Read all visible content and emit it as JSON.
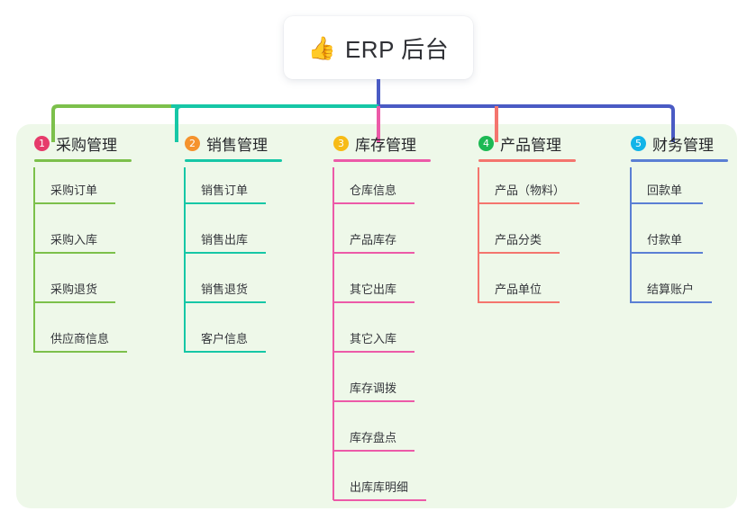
{
  "diagram": {
    "type": "org-tree",
    "root": {
      "emoji": "icon-thumbs-up",
      "emoji_glyph": "👍",
      "title": "ERP 后台"
    },
    "panel_color": "#eef8e9",
    "bus_colors": {
      "left": "#7cc04b",
      "mid": "#16c7a6",
      "right": "#4a5bc4"
    },
    "columns": [
      {
        "number": "1",
        "title": "采购管理",
        "badge_color": "#e8征",
        "badge_hex": "#e63b6b",
        "accent": "#7cc04b",
        "items": [
          "采购订单",
          "采购入库",
          "采购退货",
          "供应商信息"
        ]
      },
      {
        "number": "2",
        "title": "销售管理",
        "badge_hex": "#f5932e",
        "accent": "#16c7a6",
        "items": [
          "销售订单",
          "销售出库",
          "销售退货",
          "客户信息"
        ]
      },
      {
        "number": "3",
        "title": "库存管理",
        "badge_hex": "#f7bb16",
        "accent": "#ec5aa8",
        "items": [
          "仓库信息",
          "产品库存",
          "其它出库",
          "其它入库",
          "库存调拨",
          "库存盘点",
          "出库库明细"
        ]
      },
      {
        "number": "4",
        "title": "产品管理",
        "badge_hex": "#1db954",
        "accent": "#f4756e",
        "items": [
          "产品（物料）",
          "产品分类",
          "产品单位"
        ]
      },
      {
        "number": "5",
        "title": "财务管理",
        "badge_hex": "#12b4e8",
        "accent": "#5b7fd4",
        "items": [
          "回款单",
          "付款单",
          "结算账户"
        ]
      }
    ]
  }
}
